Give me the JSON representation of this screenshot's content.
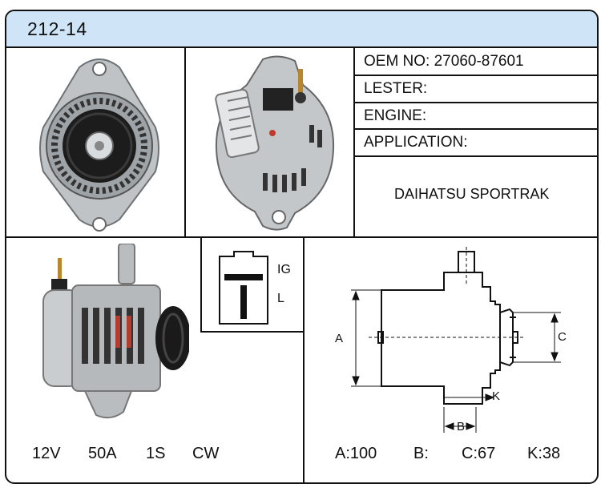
{
  "header": {
    "title": "212-14"
  },
  "info": {
    "oem": "OEM NO: 27060-87601",
    "lester": "LESTER:",
    "engine": "ENGINE:",
    "application": "APPLICATION:",
    "application_value": "DAIHATSU SPORTRAK"
  },
  "plug": {
    "label_ig": "IG",
    "label_l": "L"
  },
  "diagram": {
    "label_a": "A",
    "label_b": "B",
    "label_c": "C",
    "label_k": "K"
  },
  "specs_left": {
    "voltage": "12V",
    "amperage": "50A",
    "s": "1S",
    "rotation": "CW"
  },
  "specs_right": {
    "a": "A:100",
    "b": "B:",
    "c": "C:67",
    "k": "K:38"
  },
  "colors": {
    "header_bg": "#cfe4f7",
    "border": "#111111"
  }
}
